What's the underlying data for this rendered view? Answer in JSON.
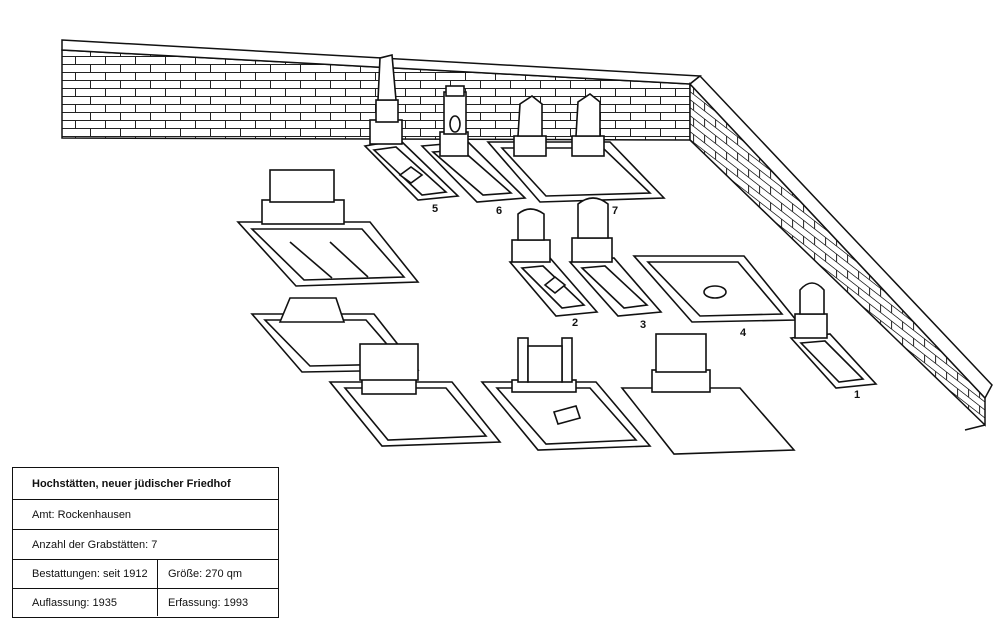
{
  "plot_labels": [
    "5",
    "6",
    "7",
    "2",
    "3",
    "4",
    "1"
  ],
  "info": {
    "title": "Hochstätten, neuer jüdischer Friedhof",
    "amt": "Amt: Rockenhausen",
    "anzahl": "Anzahl der Grabstätten: 7",
    "bestattungen": "Bestattungen: seit 1912",
    "groesse": "Größe: 270 qm",
    "auflassung": "Auflassung: 1935",
    "erfassung": "Erfassung: 1993"
  }
}
